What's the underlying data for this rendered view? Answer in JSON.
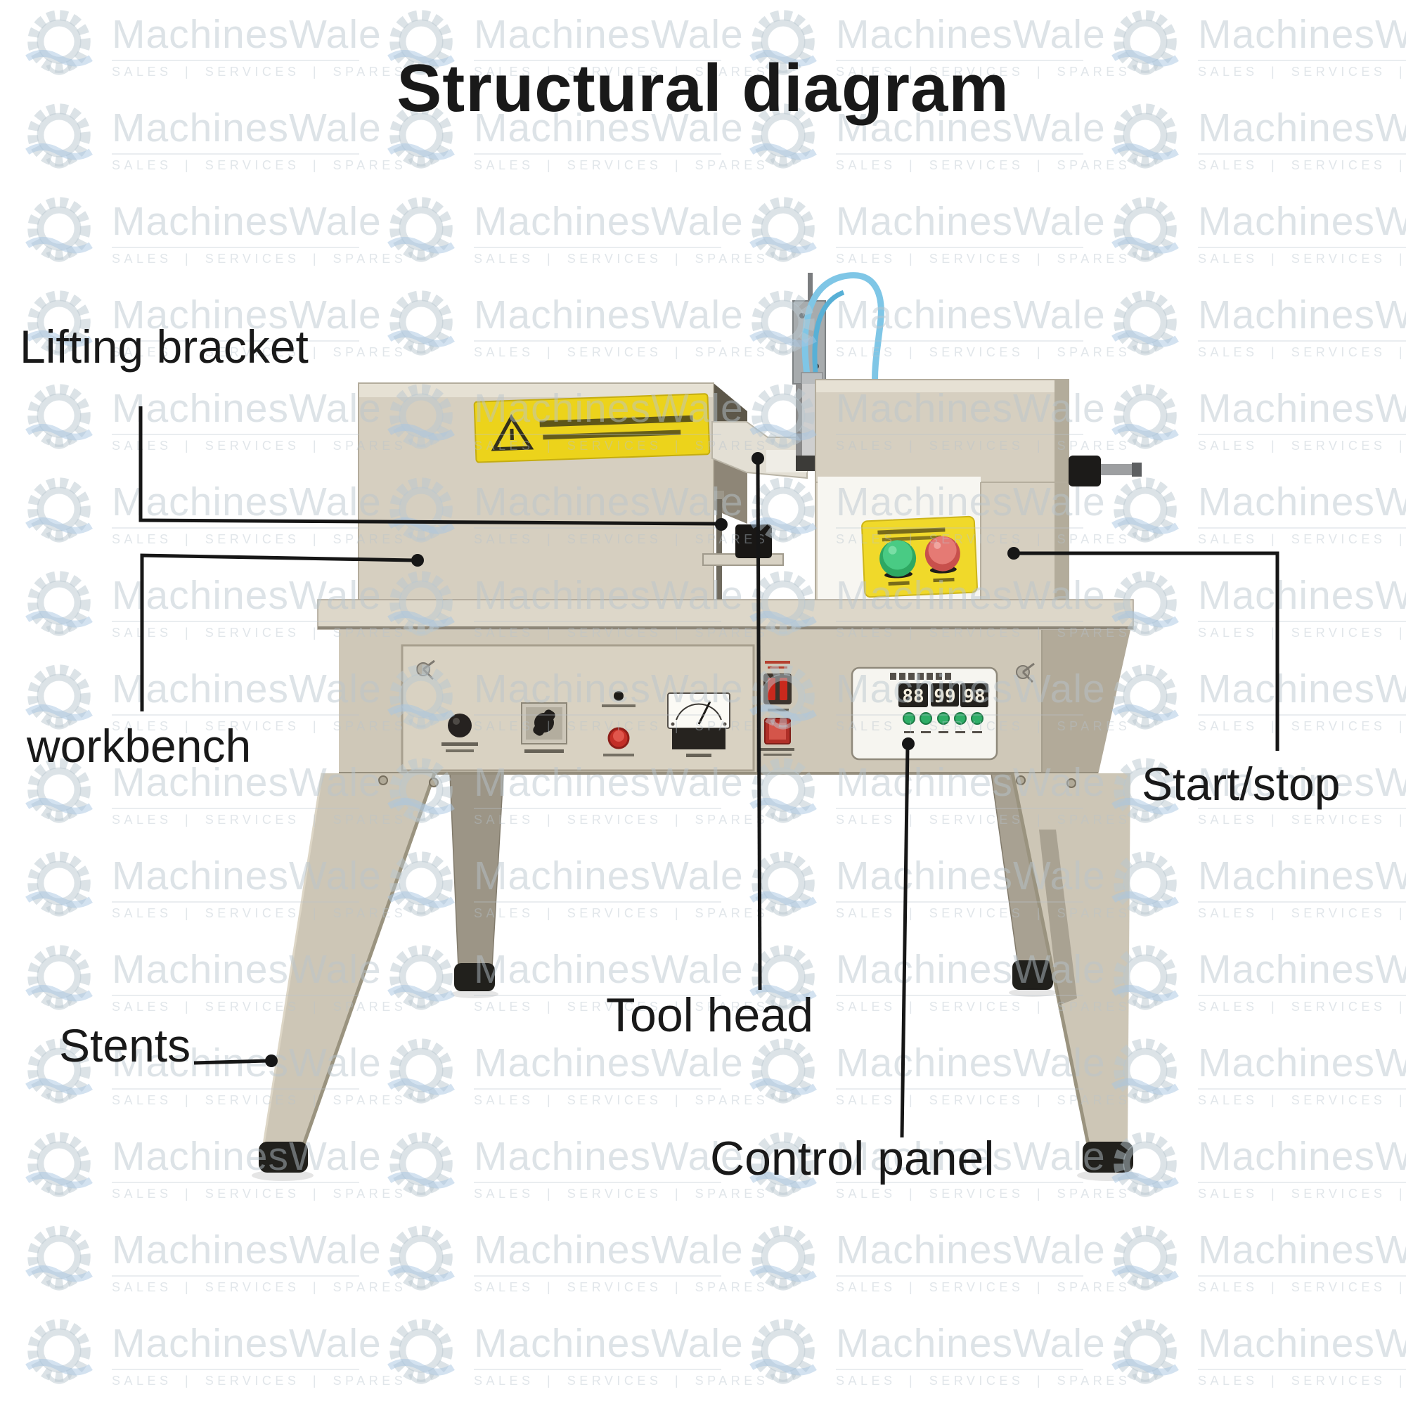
{
  "title": "Structural diagram",
  "watermark": {
    "brand": "MachinesWale",
    "tagline": [
      "SALES",
      "SERVICES",
      "SPARES"
    ],
    "separator": "|"
  },
  "labels": {
    "lifting_bracket": "Lifting bracket",
    "workbench": "workbench",
    "stents": "Stents",
    "tool_head": "Tool head",
    "control_panel": "Control panel",
    "start_stop": "Start/stop"
  },
  "machine": {
    "timer_displays": [
      "88",
      "99",
      "98"
    ],
    "colors": {
      "cabinet_beige": "#d6cfc0",
      "bench_top": "#ddd7c9",
      "leg_beige": "#cdc6b6",
      "rear_leg": "#9c9586",
      "foot_black": "#21201c",
      "sticker_yellow": "#ecd31b",
      "button_panel_yellow": "#f0d92a",
      "start_button_green": "#49cb84",
      "stop_button_red": "#e57a74",
      "hose_blue": "#7fc6e6",
      "switch_red": "#c9291d",
      "pointer_line": "#161616"
    }
  }
}
